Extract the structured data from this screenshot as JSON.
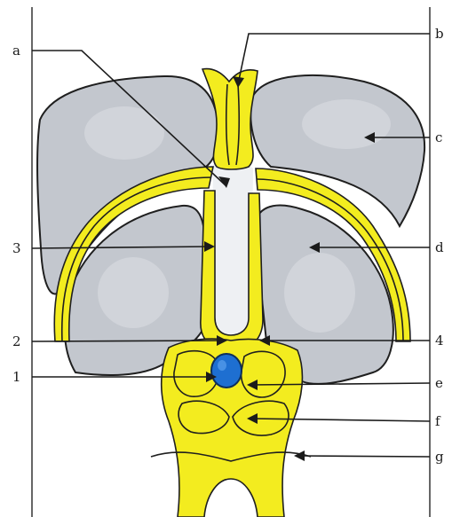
{
  "labels": {
    "a": "a",
    "b": "b",
    "c": "c",
    "d": "d",
    "e": "e",
    "f": "f",
    "g": "g",
    "n1": "1",
    "n2": "2",
    "n3": "3",
    "n4": "4"
  },
  "colors": {
    "nerve_tissue": "#f3ec1f",
    "gray_tissue": "#c3c7ce",
    "central_dot": "#1e6fd1",
    "line": "#1f1f1f"
  }
}
